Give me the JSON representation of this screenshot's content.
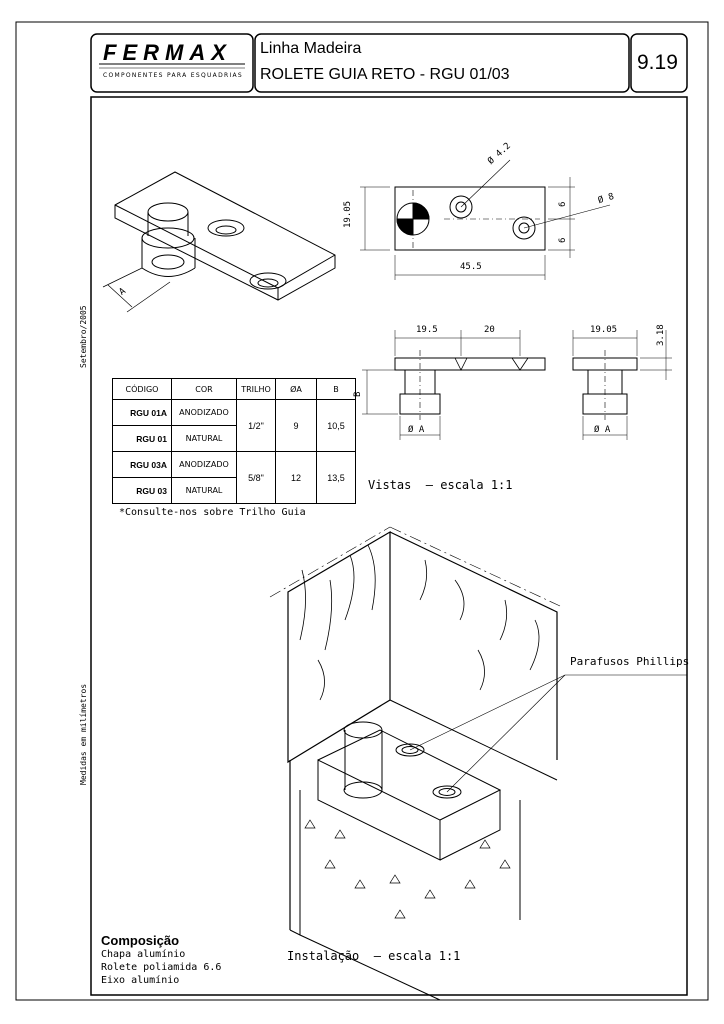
{
  "side": {
    "date": "Setembro/2005",
    "units": "Medidas em milímetros"
  },
  "logo": {
    "brand": "FERMAX",
    "tagline": "COMPONENTES PARA ESQUADRIAS"
  },
  "header": {
    "line_title": "Linha Madeira",
    "product_title": "ROLETE GUIA RETO - RGU 01/03",
    "page_number": "9.19"
  },
  "dims": {
    "hole_small": "Ø 4.2",
    "hole_large": "Ø 8",
    "height": "19.05",
    "width": "45.5",
    "gap_a": "6",
    "gap_b": "6",
    "pos_1": "19.5",
    "pos_2": "20",
    "side_width": "19.05",
    "thickness": "3.18",
    "label_b": "B",
    "label_a1": "Ø A",
    "label_a2": "Ø A",
    "label_a_iso": "A"
  },
  "table": {
    "headers": [
      "CÓDIGO",
      "COR",
      "TRILHO",
      "ØA",
      "B"
    ],
    "rows": [
      {
        "code": "RGU 01A",
        "cor": "ANODIZADO"
      },
      {
        "code": "RGU 01",
        "cor": "NATURAL"
      },
      {
        "code": "RGU 03A",
        "cor": "ANODIZADO"
      },
      {
        "code": "RGU 03",
        "cor": "NATURAL"
      }
    ],
    "groups": [
      {
        "trilho": "1/2\"",
        "a": "9",
        "b": "10,5"
      },
      {
        "trilho": "5/8\"",
        "a": "12",
        "b": "13,5"
      }
    ],
    "note": "*Consulte-nos sobre Trilho Guia"
  },
  "views_caption": "Vistas  – escala 1:1",
  "installation": {
    "screws_label": "Parafusos Phillips",
    "caption": "Instalação  – escala 1:1"
  },
  "composition": {
    "title": "Composição",
    "items": [
      "Chapa alumínio",
      "Rolete poliamida 6.6",
      "Eixo alumínio"
    ]
  }
}
